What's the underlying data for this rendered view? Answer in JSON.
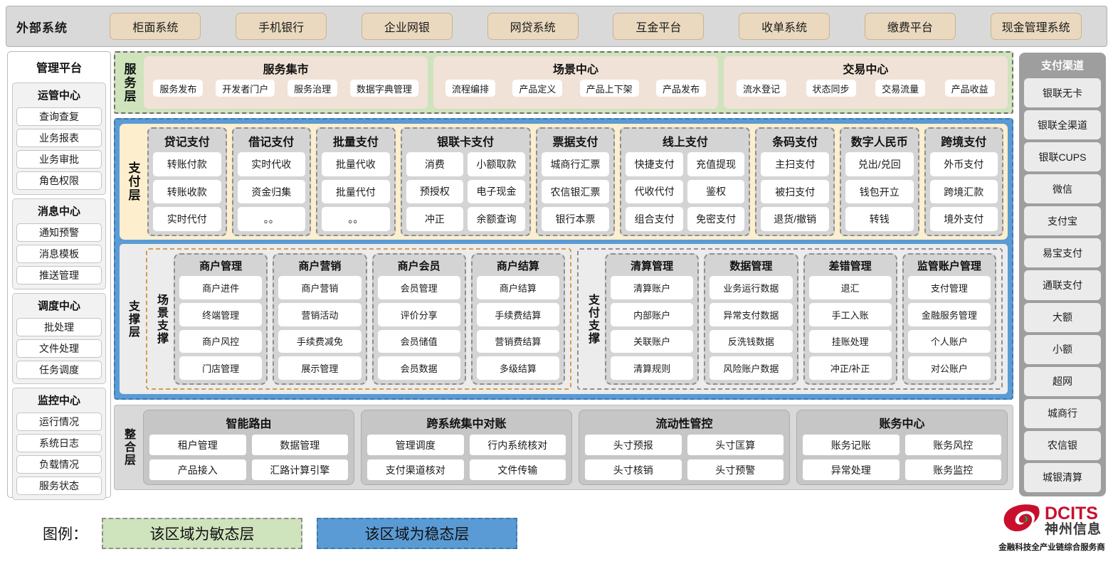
{
  "external": {
    "title": "外部系统",
    "items": [
      "柜面系统",
      "手机银行",
      "企业网银",
      "网贷系统",
      "互金平台",
      "收单系统",
      "缴费平台",
      "现金管理系统"
    ]
  },
  "management": {
    "title": "管理平台",
    "groups": [
      {
        "title": "运管中心",
        "items": [
          "查询查复",
          "业务报表",
          "业务审批",
          "角色权限"
        ]
      },
      {
        "title": "消息中心",
        "items": [
          "通知预警",
          "消息模板",
          "推送管理"
        ]
      },
      {
        "title": "调度中心",
        "items": [
          "批处理",
          "文件处理",
          "任务调度"
        ]
      },
      {
        "title": "监控中心",
        "items": [
          "运行情况",
          "系统日志",
          "负载情况",
          "服务状态"
        ]
      }
    ]
  },
  "service_layer": {
    "label": "服务层",
    "boxes": [
      {
        "title": "服务集市",
        "items": [
          "服务发布",
          "开发者门户",
          "服务治理",
          "数据字典管理"
        ]
      },
      {
        "title": "场景中心",
        "items": [
          "流程编排",
          "产品定义",
          "产品上下架",
          "产品发布"
        ]
      },
      {
        "title": "交易中心",
        "items": [
          "流水登记",
          "状态同步",
          "交易流量",
          "产品收益"
        ]
      }
    ]
  },
  "payment_layer": {
    "label": "支付层",
    "groups": [
      {
        "title": "贷记支付",
        "wide": false,
        "items": [
          "转账付款",
          "转账收款",
          "实时代付"
        ]
      },
      {
        "title": "借记支付",
        "wide": false,
        "items": [
          "实时代收",
          "资金归集",
          "。。"
        ]
      },
      {
        "title": "批量支付",
        "wide": false,
        "items": [
          "批量代收",
          "批量代付",
          "。。"
        ]
      },
      {
        "title": "银联卡支付",
        "wide": true,
        "items": [
          "消费",
          "小额取款",
          "预授权",
          "电子现金",
          "冲正",
          "余额查询"
        ]
      },
      {
        "title": "票据支付",
        "wide": false,
        "items": [
          "城商行汇票",
          "农信银汇票",
          "银行本票"
        ]
      },
      {
        "title": "线上支付",
        "wide": true,
        "items": [
          "快捷支付",
          "充值提现",
          "代收代付",
          "鉴权",
          "组合支付",
          "免密支付"
        ]
      },
      {
        "title": "条码支付",
        "wide": false,
        "items": [
          "主扫支付",
          "被扫支付",
          "退货/撤销"
        ]
      },
      {
        "title": "数字人民币",
        "wide": false,
        "items": [
          "兑出/兑回",
          "钱包开立",
          "转钱"
        ]
      },
      {
        "title": "跨境支付",
        "wide": false,
        "items": [
          "外币支付",
          "跨境汇款",
          "境外支付"
        ]
      }
    ]
  },
  "support_layer": {
    "label": "支撑层",
    "halves": [
      {
        "label": "场景支撑",
        "accent": "#d79b4a",
        "groups": [
          {
            "title": "商户管理",
            "items": [
              "商户进件",
              "终端管理",
              "商户风控",
              "门店管理"
            ]
          },
          {
            "title": "商户营销",
            "items": [
              "商户营销",
              "营销活动",
              "手续费减免",
              "展示管理"
            ]
          },
          {
            "title": "商户会员",
            "items": [
              "会员管理",
              "评价分享",
              "会员储值",
              "会员数据"
            ]
          },
          {
            "title": "商户结算",
            "items": [
              "商户结算",
              "手续费结算",
              "营销费结算",
              "多级结算"
            ]
          }
        ]
      },
      {
        "label": "支付支撑",
        "accent": "#8f8f8f",
        "groups": [
          {
            "title": "清算管理",
            "items": [
              "清算账户",
              "内部账户",
              "关联账户",
              "清算规则"
            ]
          },
          {
            "title": "数据管理",
            "items": [
              "业务运行数据",
              "异常支付数据",
              "反洗钱数据",
              "风险账户数据"
            ]
          },
          {
            "title": "差错管理",
            "items": [
              "退汇",
              "手工入账",
              "挂账处理",
              "冲正/补正"
            ]
          },
          {
            "title": "监管账户管理",
            "items": [
              "支付管理",
              "金融服务管理",
              "个人账户",
              "对公账户"
            ]
          }
        ]
      }
    ]
  },
  "integration_layer": {
    "label": "整合层",
    "groups": [
      {
        "title": "智能路由",
        "items": [
          "租户管理",
          "数据管理",
          "产品接入",
          "汇路计算引擎"
        ]
      },
      {
        "title": "跨系统集中对账",
        "items": [
          "管理调度",
          "行内系统核对",
          "支付渠道核对",
          "文件传输"
        ]
      },
      {
        "title": "流动性管控",
        "items": [
          "头寸预报",
          "头寸匡算",
          "头寸核销",
          "头寸预警"
        ]
      },
      {
        "title": "账务中心",
        "items": [
          "账务记账",
          "账务风控",
          "异常处理",
          "账务监控"
        ]
      }
    ]
  },
  "channels": {
    "title": "支付渠道",
    "items": [
      "银联无卡",
      "银联全渠道",
      "银联CUPS",
      "微信",
      "支付宝",
      "易宝支付",
      "通联支付",
      "大额",
      "小额",
      "超网",
      "城商行",
      "农信银",
      "城银清算"
    ]
  },
  "legend": {
    "label": "图例：",
    "agile": "该区域为敏态层",
    "stable": "该区域为稳态层"
  },
  "logo": {
    "en": "DCITS",
    "cn": "神州信息",
    "tagline": "金融科技全产业链综合服务商"
  },
  "colors": {
    "agile_green": "#cfe3bd",
    "stable_blue": "#5b9bd5",
    "payment_cream": "#fdeecd",
    "external_tan": "#ead9be",
    "brand_red": "#c8102e"
  }
}
